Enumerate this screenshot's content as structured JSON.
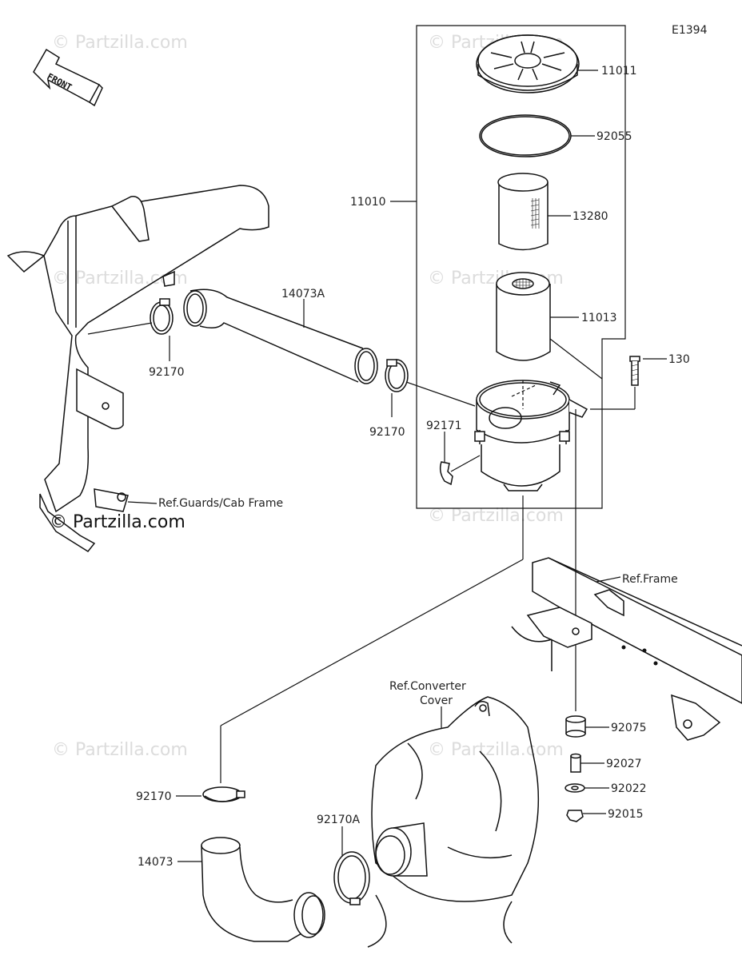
{
  "diagram_code": "E1394",
  "watermark": "© Partzilla.com",
  "watermark_main": "© Partzilla.com",
  "front_label": "FRONT",
  "callouts": {
    "p11011": "11011",
    "p92055": "92055",
    "p13280": "13280",
    "p11010": "11010",
    "p11013": "11013",
    "p130": "130",
    "p14073A": "14073A",
    "p92170_a": "92170",
    "p92170_b": "92170",
    "p92171": "92171",
    "p92075": "92075",
    "p92027": "92027",
    "p92022": "92022",
    "p92015": "92015",
    "p92170_c": "92170",
    "p92170A": "92170A",
    "p14073": "14073"
  },
  "refs": {
    "guards": "Ref.Guards/Cab Frame",
    "frame": "Ref.Frame",
    "converter_l1": "Ref.Converter",
    "converter_l2": "Cover"
  }
}
